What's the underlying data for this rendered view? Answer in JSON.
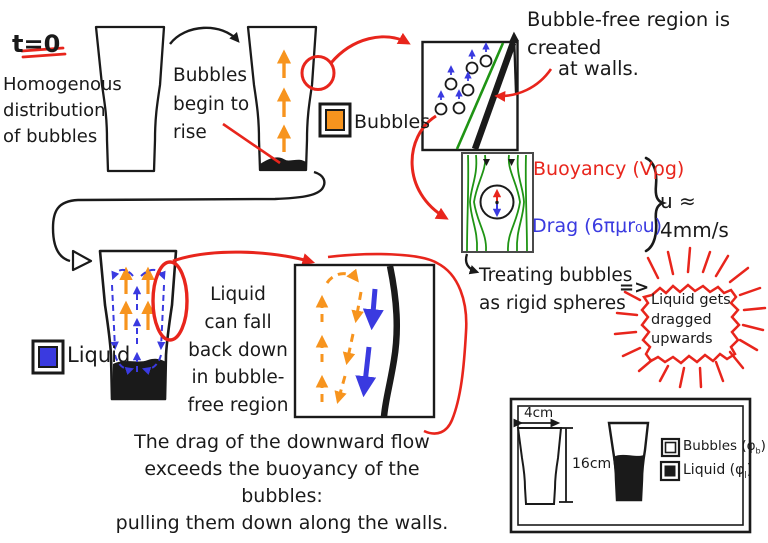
{
  "colors": {
    "ink": "#1a1a1a",
    "red": "#e8251c",
    "orange": "#f7941e",
    "blue": "#3a3ae0",
    "green": "#1f9414"
  },
  "intro": {
    "time_label": "t=0",
    "caption": "Homogenous\ndistribution\nof bubbles"
  },
  "rise": {
    "caption": "Bubbles\nbegin to\nrise"
  },
  "bubbles_legend": {
    "label": "Bubbles"
  },
  "liquid_legend": {
    "label": "Liquid"
  },
  "wall_note": {
    "line1": "Bubble-free region is created",
    "line2": "at walls."
  },
  "forces": {
    "buoyancy_label": "Buoyancy (Vρg)",
    "drag_label": "Drag (6πμr₀u)",
    "velocity": "u ≈ 4mm/s"
  },
  "rigid_note": {
    "caption": "Treating bubbles\nas rigid spheres",
    "implies": "=>"
  },
  "result_burst": {
    "text": "Liquid gets\ndragged\nupwards"
  },
  "fall_note": {
    "text": "Liquid\ncan fall\nback down\nin bubble-\nfree region"
  },
  "conclusion": {
    "text": "The drag of the downward flow\nexceeds the buoyancy of the bubbles:\npulling them down along the walls."
  },
  "spec": {
    "width_label": "4cm",
    "height_label": "16cm",
    "legend": [
      {
        "pre": "Bubbles (φ",
        "sub": "b",
        "post": ")"
      },
      {
        "pre": "Liquid (φ",
        "sub": "l",
        "post": ")"
      }
    ]
  }
}
